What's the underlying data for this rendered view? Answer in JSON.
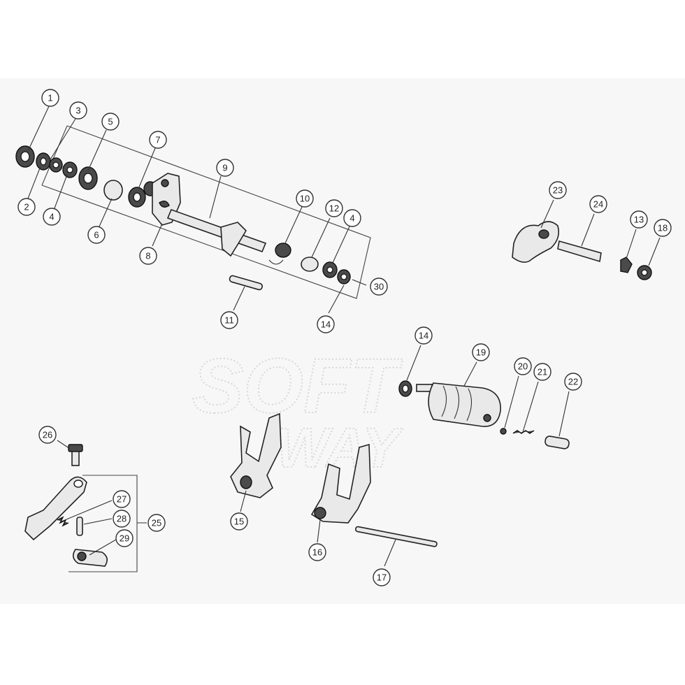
{
  "watermark": {
    "line1": "SOFT",
    "line2": "WAY"
  },
  "callouts": [
    {
      "id": "c1",
      "label": "1"
    },
    {
      "id": "c2",
      "label": "2"
    },
    {
      "id": "c3",
      "label": "3"
    },
    {
      "id": "c4a",
      "label": "4"
    },
    {
      "id": "c5",
      "label": "5"
    },
    {
      "id": "c6",
      "label": "6"
    },
    {
      "id": "c7",
      "label": "7"
    },
    {
      "id": "c8",
      "label": "8"
    },
    {
      "id": "c9",
      "label": "9"
    },
    {
      "id": "c10",
      "label": "10"
    },
    {
      "id": "c11",
      "label": "11"
    },
    {
      "id": "c12",
      "label": "12"
    },
    {
      "id": "c4b",
      "label": "4"
    },
    {
      "id": "c30",
      "label": "30"
    },
    {
      "id": "c14a",
      "label": "14"
    },
    {
      "id": "c23",
      "label": "23"
    },
    {
      "id": "c24",
      "label": "24"
    },
    {
      "id": "c13",
      "label": "13"
    },
    {
      "id": "c18",
      "label": "18"
    },
    {
      "id": "c14b",
      "label": "14"
    },
    {
      "id": "c19",
      "label": "19"
    },
    {
      "id": "c20",
      "label": "20"
    },
    {
      "id": "c21",
      "label": "21"
    },
    {
      "id": "c22",
      "label": "22"
    },
    {
      "id": "c26",
      "label": "26"
    },
    {
      "id": "c27",
      "label": "27"
    },
    {
      "id": "c28",
      "label": "28"
    },
    {
      "id": "c25",
      "label": "25"
    },
    {
      "id": "c29",
      "label": "29"
    },
    {
      "id": "c15",
      "label": "15"
    },
    {
      "id": "c16",
      "label": "16"
    },
    {
      "id": "c17",
      "label": "17"
    }
  ]
}
